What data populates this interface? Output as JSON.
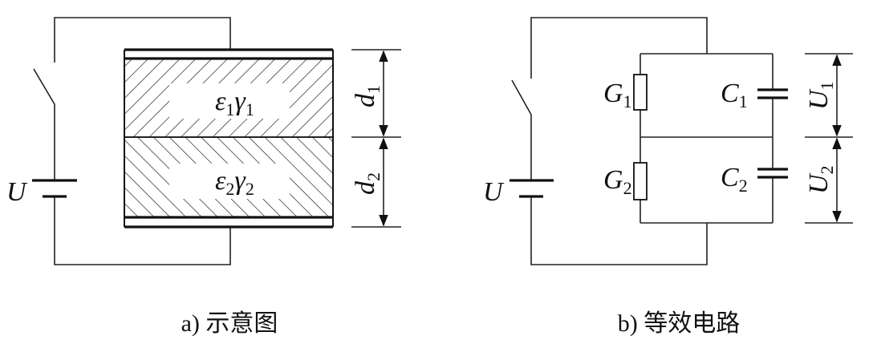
{
  "diagram_a": {
    "caption": "a) 示意图",
    "source_label": "U",
    "layer1_label": {
      "e": "ε",
      "e_sub": "1",
      "g": "γ",
      "g_sub": "1"
    },
    "layer2_label": {
      "e": "ε",
      "e_sub": "2",
      "g": "γ",
      "g_sub": "2"
    },
    "dim1": {
      "sym": "d",
      "sub": "1"
    },
    "dim2": {
      "sym": "d",
      "sub": "2"
    }
  },
  "diagram_b": {
    "caption": "b) 等效电路",
    "source_label": "U",
    "g1": {
      "sym": "G",
      "sub": "1"
    },
    "g2": {
      "sym": "G",
      "sub": "2"
    },
    "c1": {
      "sym": "C",
      "sub": "1"
    },
    "c2": {
      "sym": "C",
      "sub": "2"
    },
    "u1": {
      "sym": "U",
      "sub": "1"
    },
    "u2": {
      "sym": "U",
      "sub": "2"
    }
  }
}
